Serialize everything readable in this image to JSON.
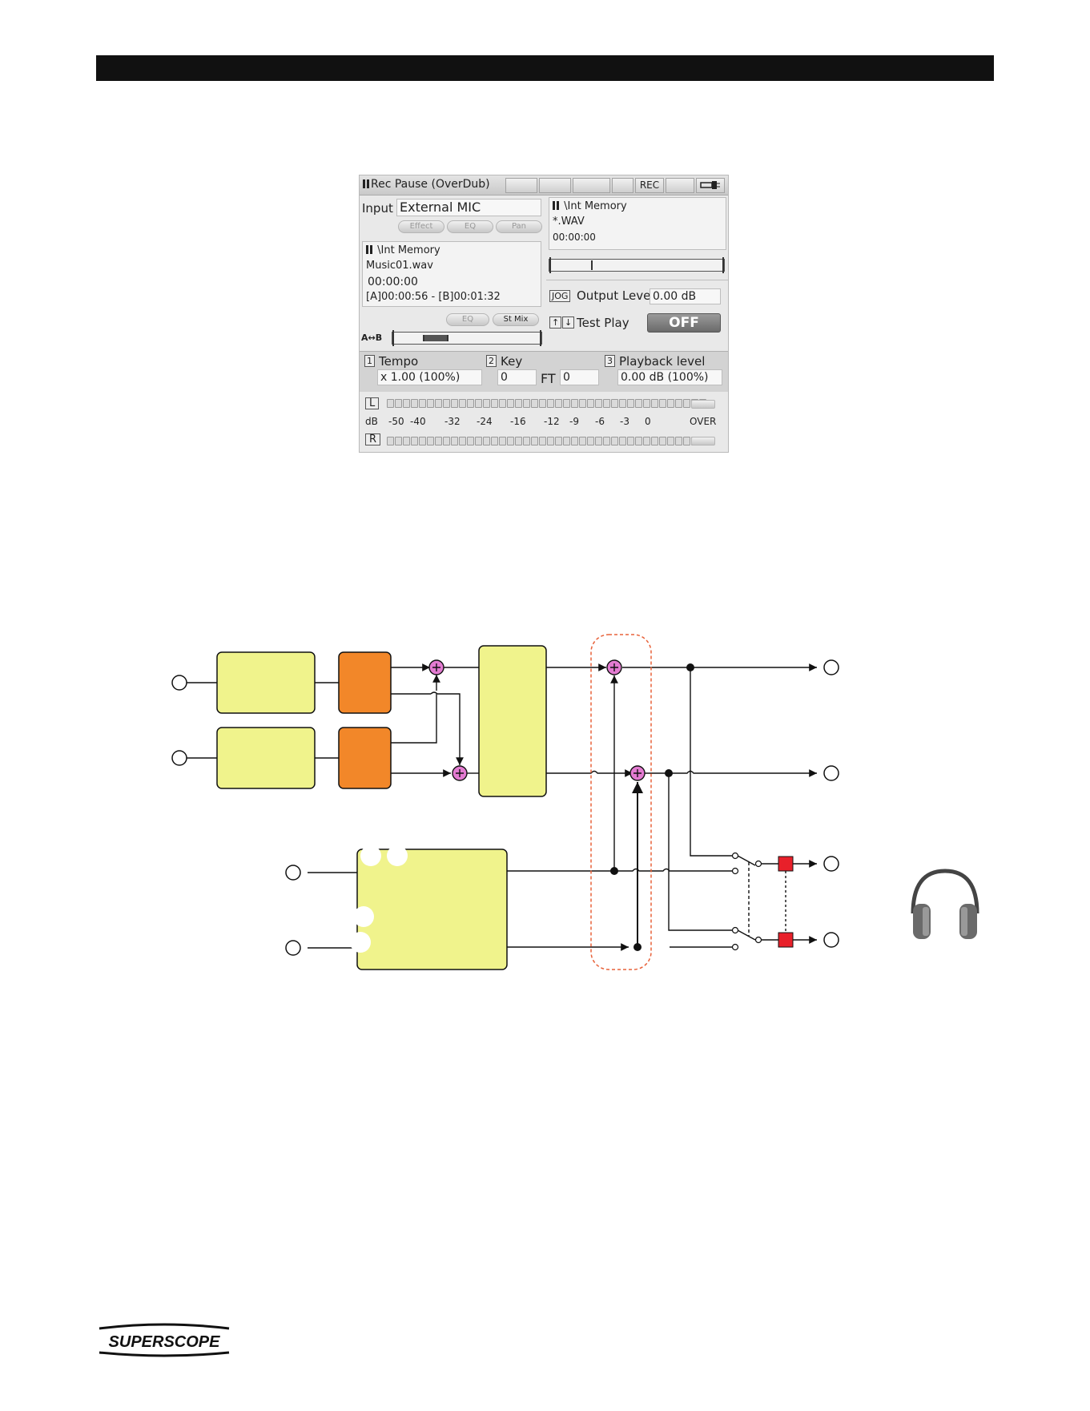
{
  "screen": {
    "status": "Rec Pause (OverDub)",
    "rec_label": "REC",
    "input_label": "Input",
    "input_value": "External MIC",
    "input_buttons": [
      "Effect",
      "EQ",
      "Pan"
    ],
    "left_file": {
      "location": "\\Int Memory",
      "filename": "Music01.wav",
      "time": "00:00:00",
      "ab_range": "[A]00:00:56 - [B]00:01:32"
    },
    "left_buttons": [
      "EQ",
      "St Mix"
    ],
    "ab_label": "A↔B",
    "right_file": {
      "location": "\\Int Memory",
      "filename": "*.WAV",
      "time": "00:00:00"
    },
    "jog_key": "JOG",
    "output_level_label": "Output Level",
    "output_level_value": "0.00 dB",
    "test_play_label": "Test Play",
    "test_play_value": "OFF",
    "tempo": {
      "key": "1",
      "label": "Tempo",
      "value": "x 1.00 (100%)"
    },
    "key": {
      "key": "2",
      "label": "Key",
      "value": "0"
    },
    "ft": {
      "label": "FT",
      "value": "0"
    },
    "playback": {
      "key": "3",
      "label": "Playback level",
      "value": "0.00 dB (100%)"
    },
    "meter": {
      "l": "L",
      "r": "R",
      "db": "dB",
      "scale": [
        "-50",
        "-40",
        "-32",
        "-24",
        "-16",
        "-12",
        "-9",
        "-6",
        "-3",
        "0"
      ],
      "over": "OVER"
    }
  },
  "logo": "SUPERSCOPE"
}
